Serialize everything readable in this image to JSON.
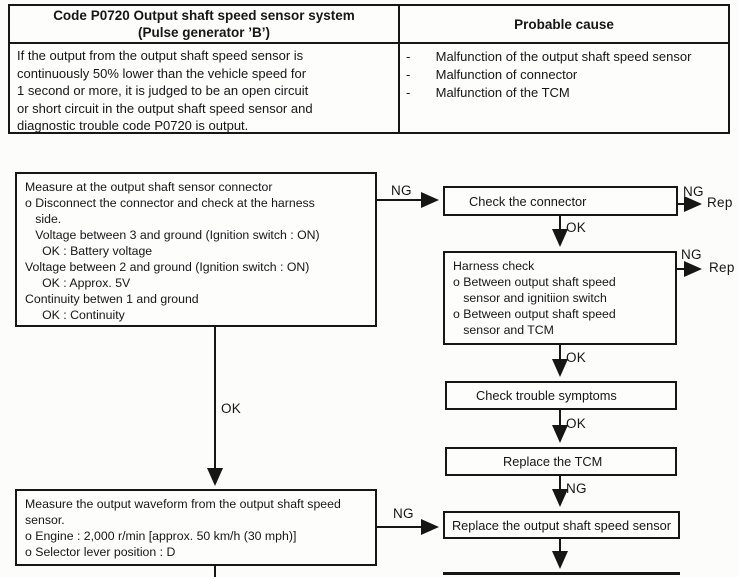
{
  "labels": {
    "ng": "NG",
    "ok": "OK",
    "rep": "Rep"
  },
  "table": {
    "header_left_lines": [
      "Code P0720 Output shaft speed sensor system",
      "(Pulse generator ’B’)"
    ],
    "header_right": "Probable cause",
    "description_lines": [
      "If the output from the output shaft speed sensor is",
      "continuously 50% lower than the vehicle speed for",
      "1 second or more, it is judged to be an open circuit",
      "or short circuit in the output shaft speed sensor and",
      "diagnostic trouble code P0720 is output."
    ],
    "cause_lines": [
      "-       Malfunction of the output shaft speed sensor",
      "-       Malfunction of connector",
      "-       Malfunction of the TCM"
    ]
  },
  "flowchart": {
    "measure_connector_lines": [
      "Measure at the output shaft sensor connector",
      "o Disconnect the connector and check at the harness",
      "   side.",
      "   Voltage between 3 and ground (Ignition switch : ON)",
      "     OK : Battery voltage",
      "Voltage between 2 and ground (Ignition switch : ON)",
      "     OK : Approx. 5V",
      "Continuity betwen 1 and ground",
      "     OK : Continuity"
    ],
    "check_connector": "Check the connector",
    "harness_check_lines": [
      "Harness check",
      "o Between output shaft speed",
      "   sensor and ignitiion switch",
      "o Between output shaft speed",
      "   sensor and TCM"
    ],
    "check_trouble_symptoms": "Check trouble symptoms",
    "replace_tcm": "Replace the TCM",
    "replace_sensor": "Replace the output shaft speed sensor",
    "measure_waveform_lines": [
      "Measure the output waveform from the output shaft speed",
      "sensor.",
      "o Engine : 2,000 r/min [approx. 50 km/h (30 mph)]",
      "o Selector lever position : D"
    ]
  }
}
